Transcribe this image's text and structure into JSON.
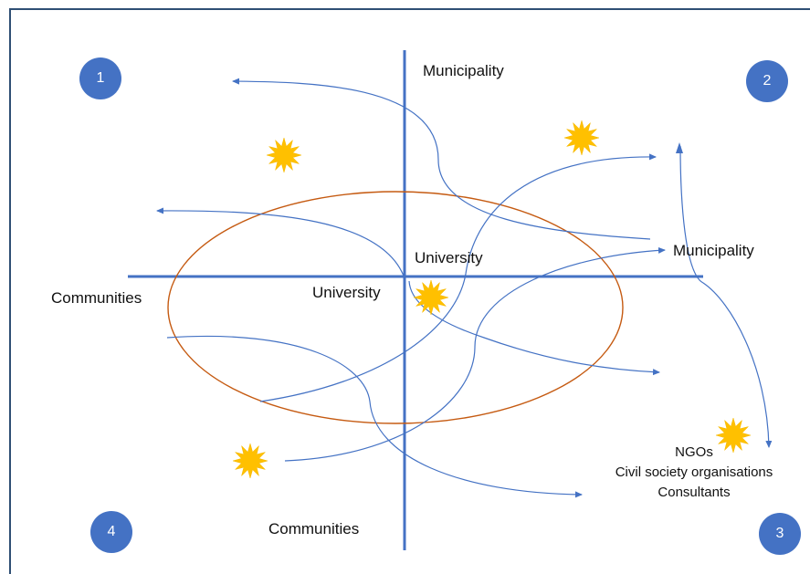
{
  "quadrants": [
    "1",
    "2",
    "3",
    "4"
  ],
  "labels": {
    "top_municipality": "Municipality",
    "right_municipality": "Municipality",
    "left_communities": "Communities",
    "bottom_communities": "Communities",
    "center_university_right": "University",
    "center_university_left": "University"
  },
  "actors": [
    "NGOs",
    "Civil society organisations",
    "Consultants"
  ],
  "colors": {
    "axis": "#4472c4",
    "arrow": "#4472c4",
    "ellipse": "#c55a11",
    "star": "#ffc000",
    "badge": "#4472c4"
  }
}
